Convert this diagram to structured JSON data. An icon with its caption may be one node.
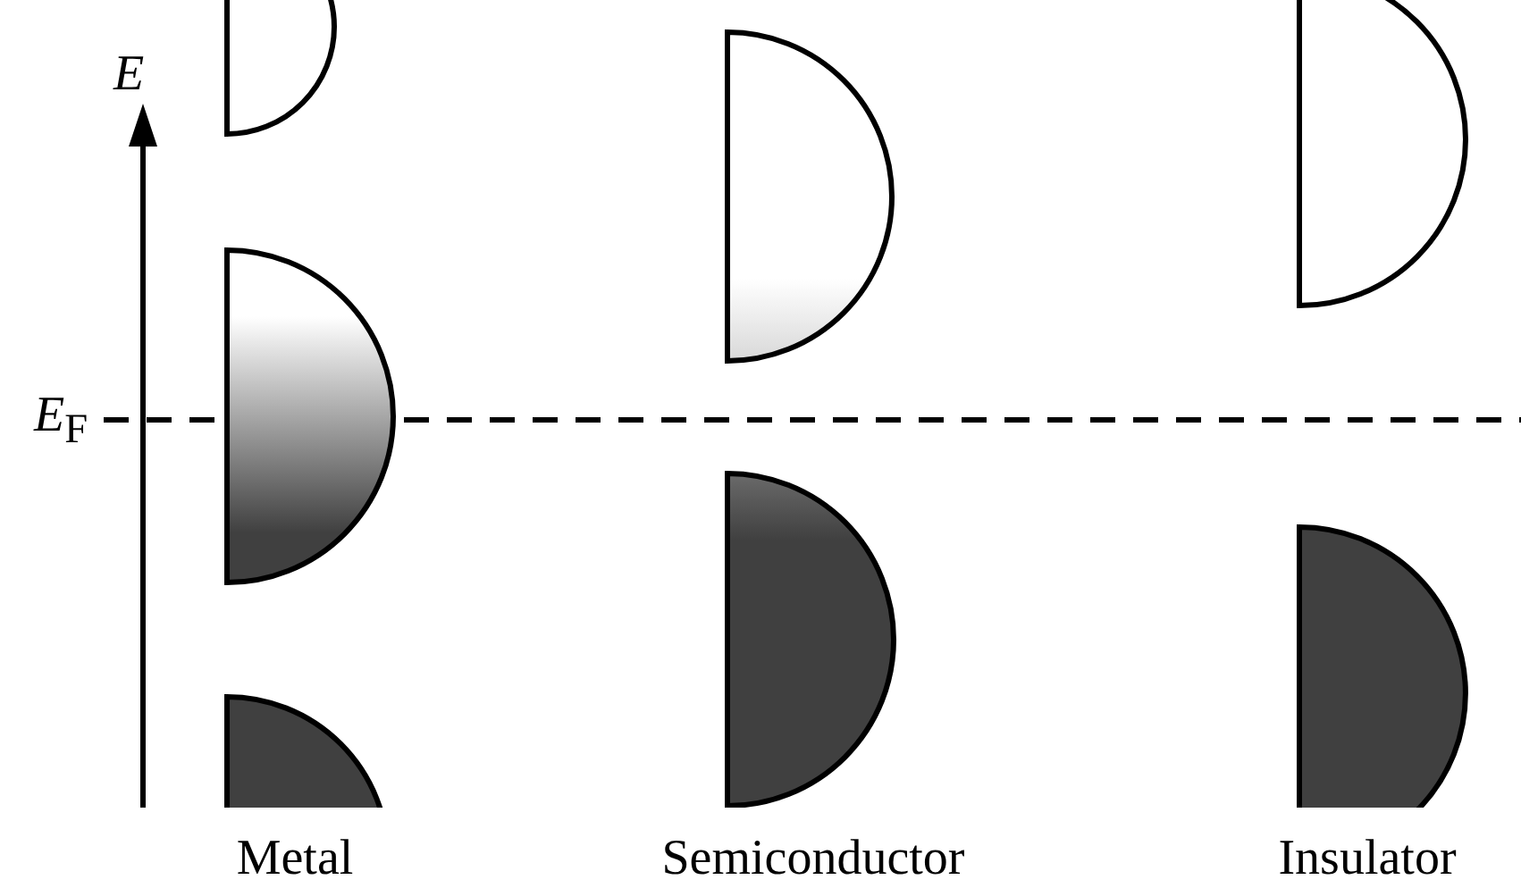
{
  "diagram": {
    "labels": [
      "E",
      "*E*$_{F}$",
      "Metal",
      "Semiconductor",
      "Insulator"
    ]
  }
}
